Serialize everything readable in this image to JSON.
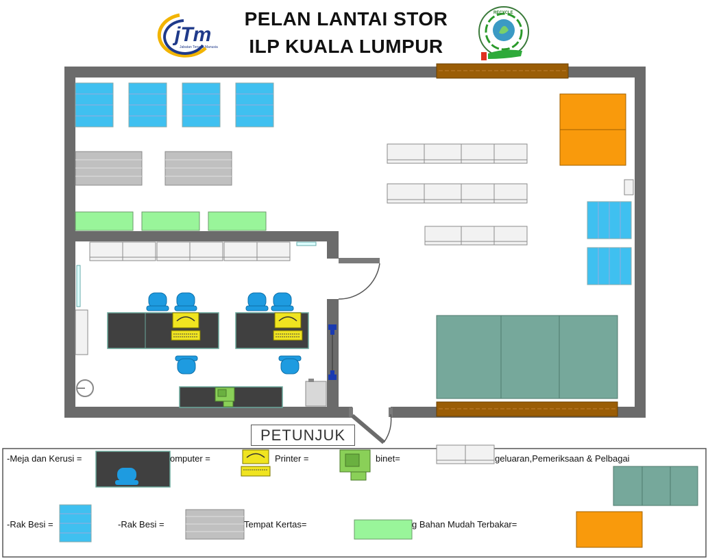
{
  "header": {
    "title_line1": "PELAN LANTAI STOR",
    "title_line2": "ILP KUALA LUMPUR",
    "left_logo_text": "jTm",
    "left_logo_caption": "Jabatan Tenaga Manusia",
    "right_logo_text": "RECYCLE"
  },
  "legend": {
    "heading": "PETUNJUK",
    "items": [
      {
        "label": "-Meja dan Kerusi =",
        "icon": "desk-with-chair"
      },
      {
        "label": "omputer =",
        "icon": "computer"
      },
      {
        "label": "Printer =",
        "icon": "printer"
      },
      {
        "label": "binet=",
        "icon": "cabinet"
      },
      {
        "label": "geluaran,Pemeriksaan & Pelbagai",
        "icon": "white-shelf"
      },
      {
        "label": "-Rak Besi =",
        "icon": "blue-steel-rack"
      },
      {
        "label": "-Rak Besi =",
        "icon": "grey-steel-rack"
      },
      {
        "label": "Tempat Kertas=",
        "icon": "paper-storage"
      },
      {
        "label": "g Bahan Mudah Terbakar=",
        "icon": "flammable-storage"
      }
    ]
  },
  "colors": {
    "wall": "#6b6b6b",
    "blue_rack": "#3fc0f0",
    "grey_rack": "#c0c0c0",
    "green_area": "#99f59a",
    "teal_table": "#76a89b",
    "orange_box": "#f99a0c",
    "dark_desk": "#404040",
    "chair": "#1e9be0",
    "computer": "#f0e420",
    "printer": "#8ad058",
    "brown_bench": "#9a5d06",
    "white_shelf": "#f2f2f2"
  }
}
